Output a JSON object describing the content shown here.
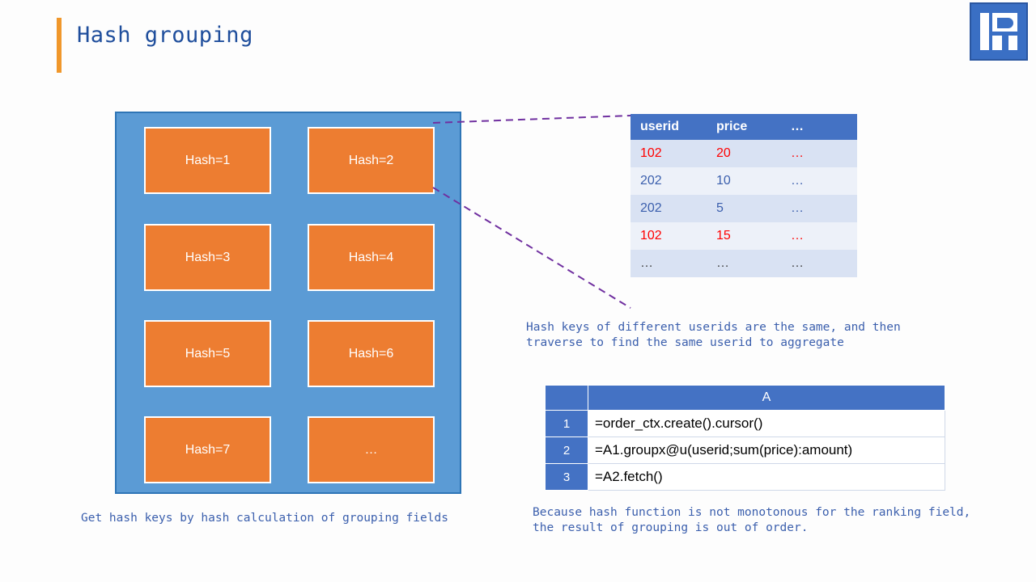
{
  "page": {
    "title": "Hash grouping",
    "accent_bar_color": "#f0972b",
    "title_color": "#1f4e9c",
    "logo_name": "raqsoft-logo"
  },
  "hash_panel": {
    "panel_color": "#5b9bd5",
    "cell_color": "#ed7d31",
    "cells": [
      {
        "label": "Hash=1"
      },
      {
        "label": "Hash=2"
      },
      {
        "label": "Hash=3"
      },
      {
        "label": "Hash=4"
      },
      {
        "label": "Hash=5"
      },
      {
        "label": "Hash=6"
      },
      {
        "label": "Hash=7"
      },
      {
        "label": "…"
      }
    ]
  },
  "data_table": {
    "headers": [
      "userid",
      "price",
      "…"
    ],
    "header_color": "#4472c4",
    "rows": [
      {
        "userid": "102",
        "price": "20",
        "more": "…",
        "color": "red"
      },
      {
        "userid": "202",
        "price": "10",
        "more": "…",
        "color": "blue"
      },
      {
        "userid": "202",
        "price": "5",
        "more": "…",
        "color": "blue"
      },
      {
        "userid": "102",
        "price": "15",
        "more": "…",
        "color": "red"
      },
      {
        "userid": "…",
        "price": "…",
        "more": "…",
        "color": "gray"
      }
    ]
  },
  "code_table": {
    "column_header": "A",
    "rows": [
      {
        "num": "1",
        "code": "=order_ctx.create().cursor()"
      },
      {
        "num": "2",
        "code": "=A1.groupx@u(userid;sum(price):amount)"
      },
      {
        "num": "3",
        "code": "=A2.fetch()"
      }
    ]
  },
  "captions": {
    "hash_keys": "Get hash keys by hash calculation of grouping fields",
    "traverse": "Hash keys of different userids are the same, and then traverse to find the same userid to aggregate",
    "order": "Because hash function is not monotonous for the ranking field, the result of grouping is out of order."
  }
}
